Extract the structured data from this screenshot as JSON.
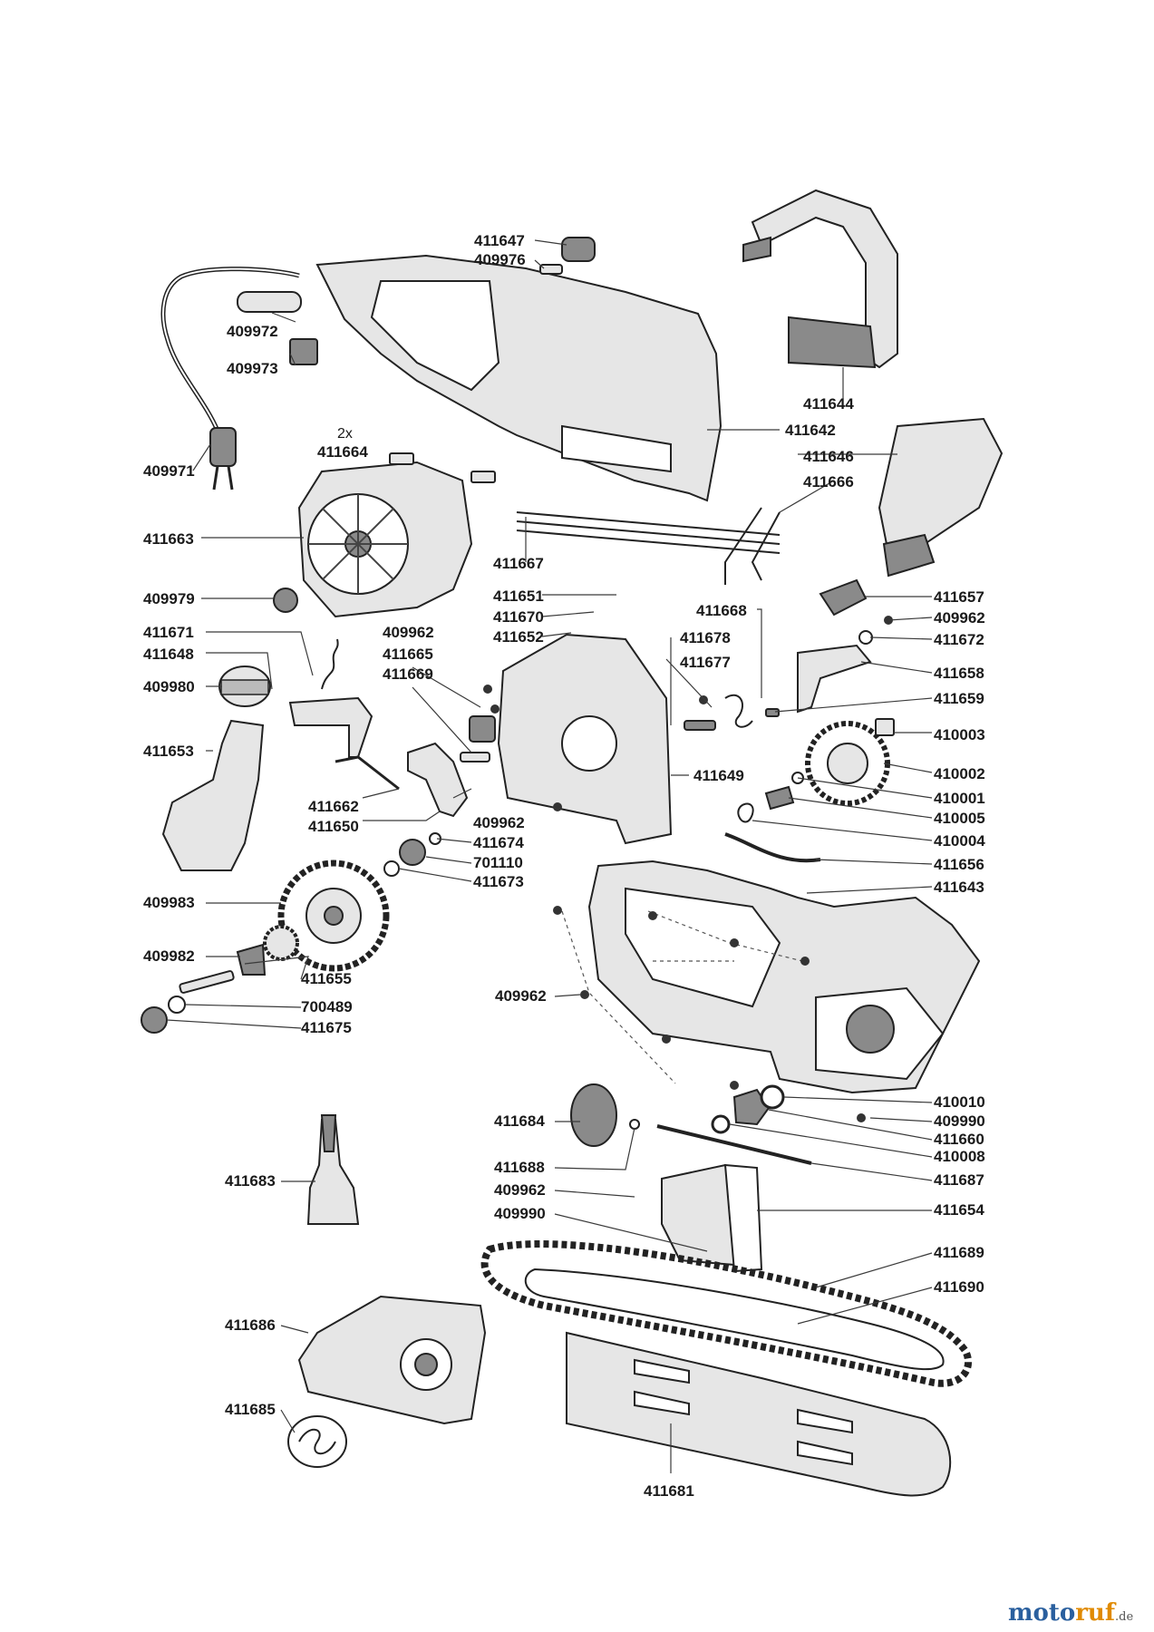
{
  "labels": {
    "l411647": "411647",
    "l409976": "409976",
    "l409972": "409972",
    "l409973": "409973",
    "l411644": "411644",
    "l411642": "411642",
    "l411646": "411646",
    "l411666": "411666",
    "l411664": "411664",
    "l409971": "409971",
    "l411663": "411663",
    "l411667": "411667",
    "l409979": "409979",
    "l411651": "411651",
    "l411670": "411670",
    "l411652": "411652",
    "l411668": "411668",
    "l411657": "411657",
    "l409962a": "409962",
    "l411672": "411672",
    "l411671": "411671",
    "l409962b": "409962",
    "l411678": "411678",
    "l411648": "411648",
    "l411665": "411665",
    "l411677": "411677",
    "l411658": "411658",
    "l409980": "409980",
    "l411669": "411669",
    "l411659": "411659",
    "l410003": "410003",
    "l411653": "411653",
    "l411649": "411649",
    "l410002": "410002",
    "l410001": "410001",
    "l411662": "411662",
    "l409962c": "409962",
    "l410005": "410005",
    "l411650": "411650",
    "l410004": "410004",
    "l411674": "411674",
    "l701110": "701110",
    "l411673": "411673",
    "l411656": "411656",
    "l411643": "411643",
    "l409983": "409983",
    "l409982": "409982",
    "l411655": "411655",
    "l409962d": "409962",
    "l700489": "700489",
    "l411675": "411675",
    "l410010": "410010",
    "l409990a": "409990",
    "l411684": "411684",
    "l411660": "411660",
    "l410008": "410008",
    "l411688": "411688",
    "l411687": "411687",
    "l411683": "411683",
    "l409962e": "409962",
    "l411654": "411654",
    "l409990b": "409990",
    "l411689": "411689",
    "l411690": "411690",
    "l411686": "411686",
    "l411685": "411685",
    "l411681": "411681"
  },
  "notes": {
    "qty_2x": "2x"
  },
  "brand": {
    "name_part1": "moto",
    "name_part2": "ruf",
    "tld": ".de"
  }
}
